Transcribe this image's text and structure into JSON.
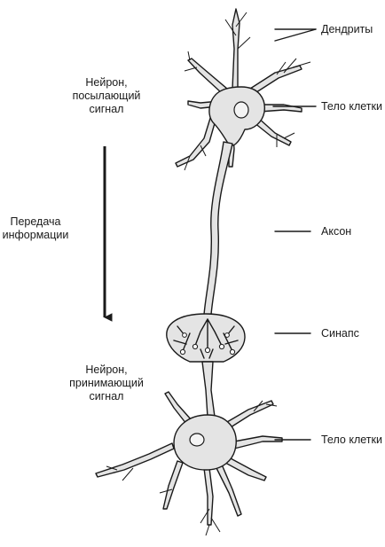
{
  "labels": {
    "dendrites": "Дендриты",
    "cell_body_top": "Тело клетки",
    "axon": "Аксон",
    "synapse": "Синапс",
    "cell_body_bottom": "Тело клетки",
    "sending_neuron": [
      "Нейрон,",
      "посылающий",
      "сигнал"
    ],
    "transfer": [
      "Передача",
      "информации"
    ],
    "receiving_neuron": [
      "Нейрон,",
      "принимающий",
      "сигнал"
    ]
  }
}
